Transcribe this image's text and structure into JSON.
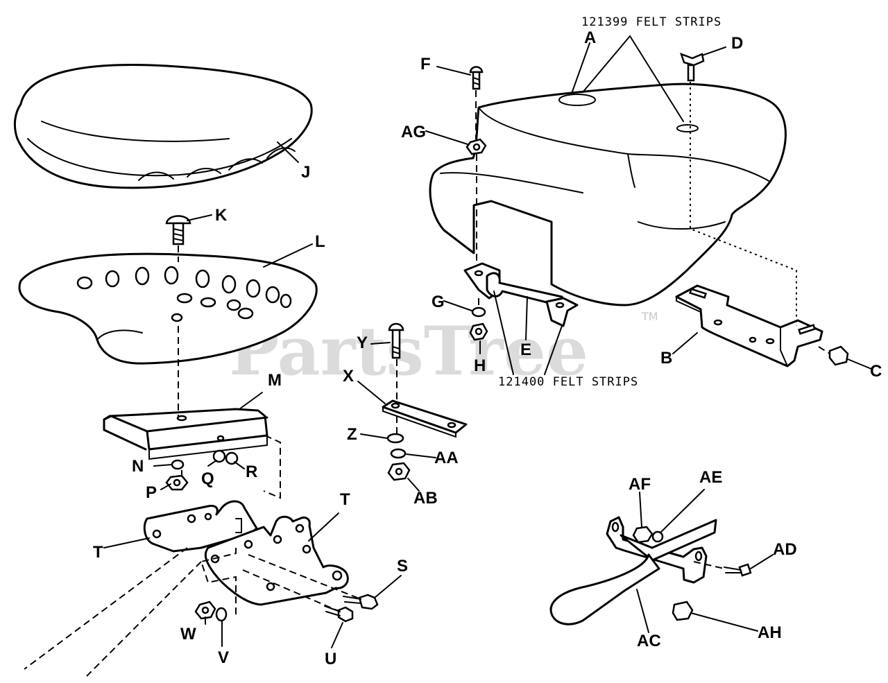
{
  "watermark": {
    "brand": "PartsTree",
    "trademark": "TM"
  },
  "callouts": {
    "felt_strips_top": "121399 FELT STRIPS",
    "felt_strips_bottom": "121400 FELT STRIPS"
  },
  "labels": {
    "A": "A",
    "B": "B",
    "C": "C",
    "D": "D",
    "E": "E",
    "F": "F",
    "G": "G",
    "H": "H",
    "J": "J",
    "K": "K",
    "L": "L",
    "M": "M",
    "N": "N",
    "P": "P",
    "Q": "Q",
    "R": "R",
    "S": "S",
    "T1": "T",
    "T2": "T",
    "U": "U",
    "V": "V",
    "W": "W",
    "X": "X",
    "Y": "Y",
    "Z": "Z",
    "AA": "AA",
    "AB": "AB",
    "AC": "AC",
    "AD": "AD",
    "AE": "AE",
    "AF": "AF",
    "AG": "AG",
    "AH": "AH"
  }
}
